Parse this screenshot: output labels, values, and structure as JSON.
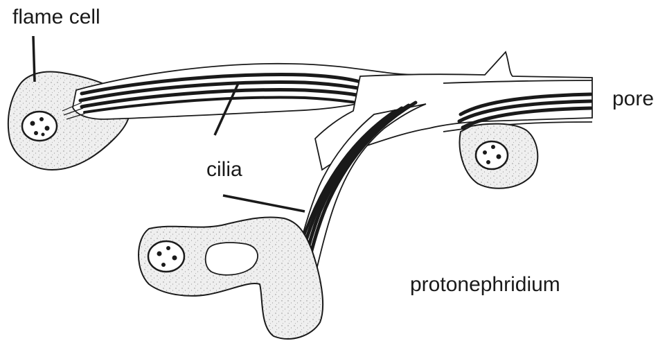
{
  "labels": {
    "flame_cell": "flame cell",
    "cilia": "cilia",
    "pore": "pore",
    "protonephridium": "protonephridium"
  },
  "colors": {
    "ink": "#1a1a1a",
    "cell_fill": "#ededed",
    "background": "#ffffff"
  }
}
